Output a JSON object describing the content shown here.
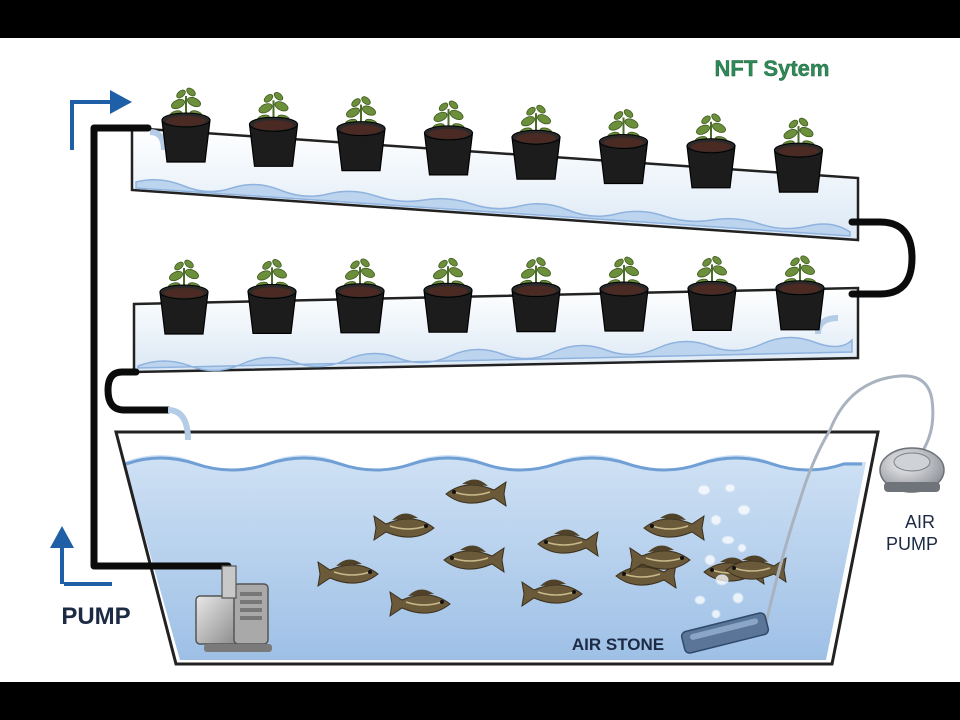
{
  "title": "NFT Sytem",
  "labels": {
    "pump": "PUMP",
    "air_pump_line1": "AIR",
    "air_pump_line2": "PUMP",
    "air_stone": "AIR STONE"
  },
  "colors": {
    "title": "#2e8b57",
    "label": "#1c2a44",
    "flow_arrow": "#1f5fa8",
    "pipe": "#0b0b0b",
    "water": "#a9c9ea",
    "water_surface": "#7fa9d9",
    "channel_water": "#dbe8f5",
    "pot": "#1c1c1c",
    "soil": "#4a2a22",
    "leaf": "#6b8f3a",
    "fish": "#6b5a3a",
    "background": "#ffffff"
  },
  "icons": [
    "flow-arrow-up-right",
    "flow-arrow-up",
    "water-pump",
    "air-pump",
    "air-stone",
    "bubbles"
  ],
  "upper_channel_pots": 8,
  "lower_channel_pots": 8,
  "fish_count": 12
}
